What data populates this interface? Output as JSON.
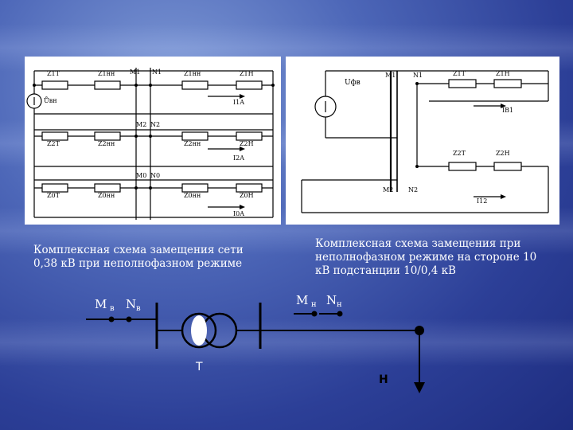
{
  "left_diagram": {
    "rows": [
      {
        "z_labels": [
          "Z1T",
          "Z1нн",
          "Z1нн",
          "Z1Н"
        ],
        "node_labels": [
          "M1",
          "N1"
        ],
        "current": "I1A",
        "source": "Ůвн"
      },
      {
        "z_labels": [
          "Z2T",
          "Z2нн",
          "Z2нн",
          "Z2Н"
        ],
        "node_labels": [
          "M2",
          "N2"
        ],
        "current": "I2A"
      },
      {
        "z_labels": [
          "Z0T",
          "Z0нн",
          "Z0нн",
          "Z0Н"
        ],
        "node_labels": [
          "M0",
          "N0"
        ],
        "current": "I0A"
      }
    ],
    "caption": "Комплексная схема замещения сети 0,38 кВ при неполнофазном режиме"
  },
  "right_diagram": {
    "source": "Uфв",
    "node_labels_top": [
      "M1",
      "N1"
    ],
    "node_labels_bottom": [
      "M2",
      "N2"
    ],
    "z_top": [
      "Z1T",
      "Z1Н"
    ],
    "z_bottom": [
      "Z2T",
      "Z2Н"
    ],
    "currents": [
      "IВ1",
      "I12"
    ],
    "caption": "Комплексная схема замещения при неполнофазном режиме на стороне 10 кВ подстанции 10/0,4 кВ"
  },
  "bottom_diagram": {
    "left_nodes": {
      "m": "М",
      "m_sub": "в",
      "n": "N",
      "n_sub": "в"
    },
    "right_nodes": {
      "m": "М",
      "m_sub": "н",
      "n": "N",
      "n_sub": "н"
    },
    "transformer_label": "Т",
    "load_label": "Н"
  }
}
